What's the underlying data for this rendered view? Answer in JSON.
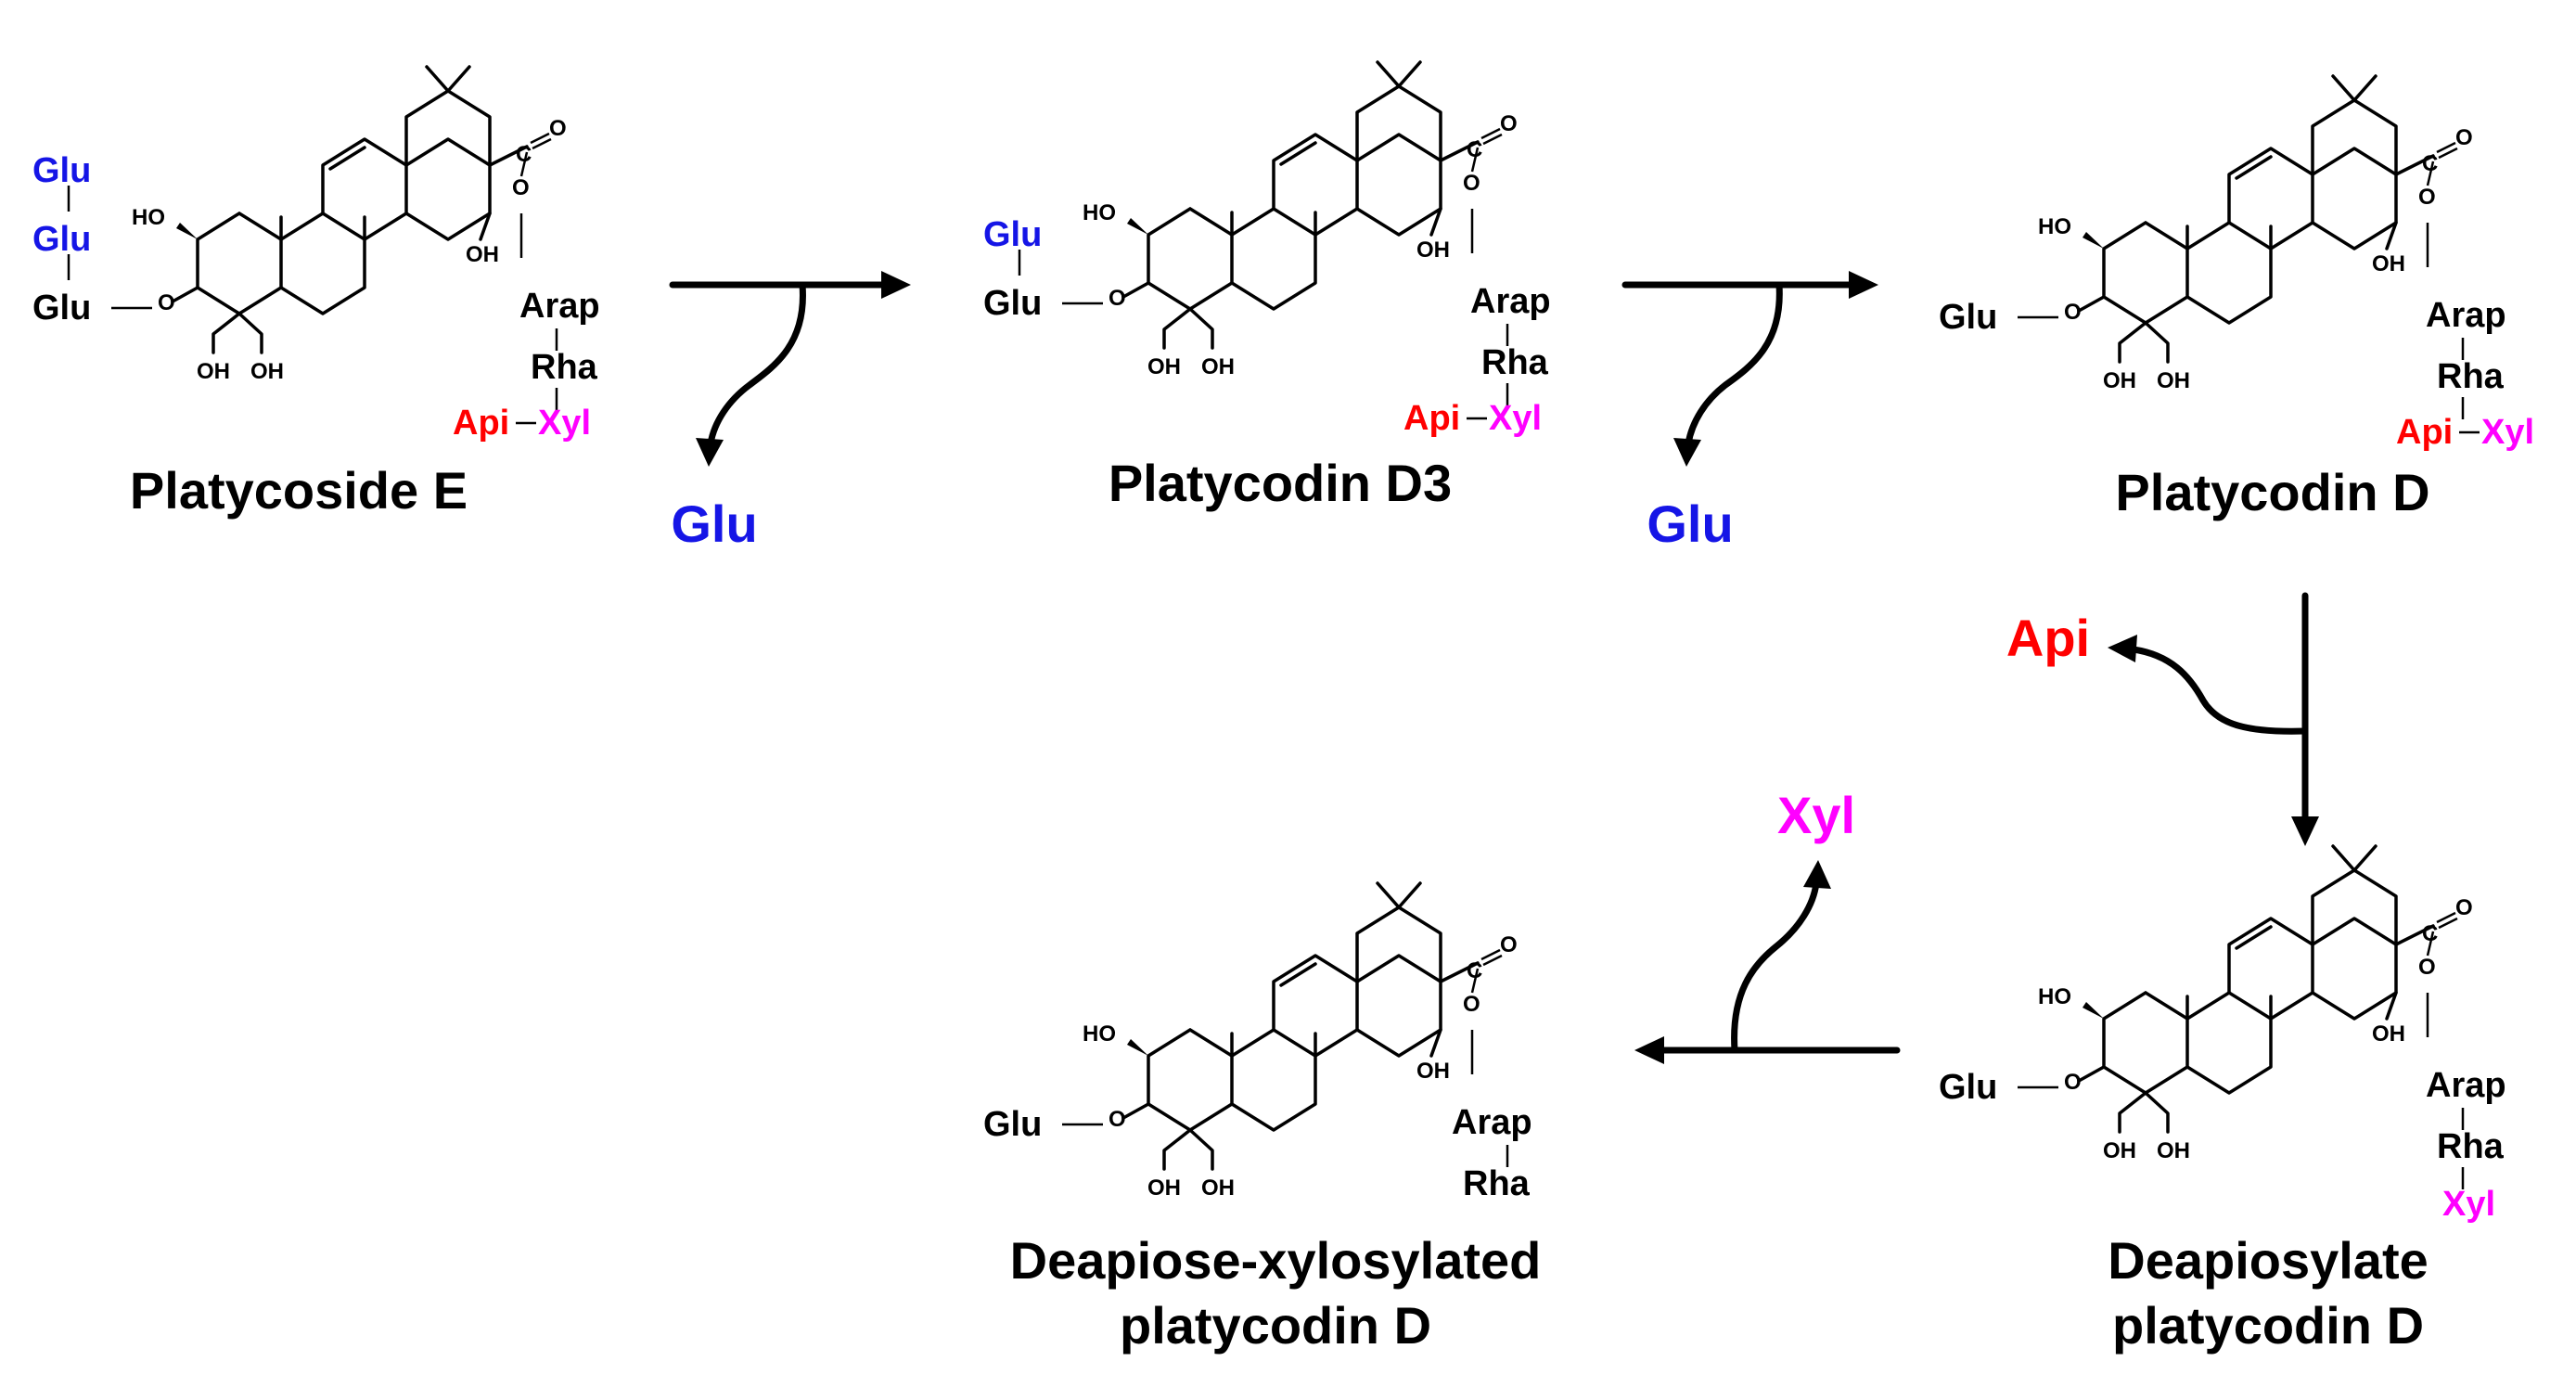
{
  "colors": {
    "glu": "#1515e6",
    "api": "#ff0000",
    "xyl": "#ff00ff",
    "text": "#000000"
  },
  "atoms": {
    "o": "O",
    "ho": "HO",
    "oh": "OH",
    "c": "C"
  },
  "compounds": [
    {
      "id": "pe",
      "name_lines": [
        "Platycoside E"
      ],
      "sugars": [
        {
          "text": "Glu",
          "color": "glu"
        },
        {
          "text": "Glu",
          "color": "glu"
        },
        {
          "text": "Glu",
          "color": "text"
        },
        {
          "text": "Arap",
          "color": "text"
        },
        {
          "text": "Rha",
          "color": "text"
        },
        {
          "text": "Api",
          "color": "api"
        },
        {
          "text": "Xyl",
          "color": "xyl"
        }
      ]
    },
    {
      "id": "pd3",
      "name_lines": [
        "Platycodin D3"
      ],
      "sugars": [
        {
          "text": "Glu",
          "color": "glu"
        },
        {
          "text": "Glu",
          "color": "text"
        },
        {
          "text": "Arap",
          "color": "text"
        },
        {
          "text": "Rha",
          "color": "text"
        },
        {
          "text": "Api",
          "color": "api"
        },
        {
          "text": "Xyl",
          "color": "xyl"
        }
      ]
    },
    {
      "id": "pd",
      "name_lines": [
        "Platycodin D"
      ],
      "sugars": [
        {
          "text": "Glu",
          "color": "text"
        },
        {
          "text": "Arap",
          "color": "text"
        },
        {
          "text": "Rha",
          "color": "text"
        },
        {
          "text": "Api",
          "color": "api"
        },
        {
          "text": "Xyl",
          "color": "xyl"
        }
      ]
    },
    {
      "id": "dpd",
      "name_lines": [
        "Deapiosylate",
        "platycodin D"
      ],
      "sugars": [
        {
          "text": "Glu",
          "color": "text"
        },
        {
          "text": "Arap",
          "color": "text"
        },
        {
          "text": "Rha",
          "color": "text"
        },
        {
          "text": "Xyl",
          "color": "xyl"
        }
      ]
    },
    {
      "id": "dxpd",
      "name_lines": [
        "Deapiose-xylosylated",
        "platycodin D"
      ],
      "sugars": [
        {
          "text": "Glu",
          "color": "text"
        },
        {
          "text": "Arap",
          "color": "text"
        },
        {
          "text": "Rha",
          "color": "text"
        }
      ]
    }
  ],
  "released": [
    {
      "text": "Glu",
      "color": "glu"
    },
    {
      "text": "Glu",
      "color": "glu"
    },
    {
      "text": "Api",
      "color": "api"
    },
    {
      "text": "Xyl",
      "color": "xyl"
    }
  ]
}
